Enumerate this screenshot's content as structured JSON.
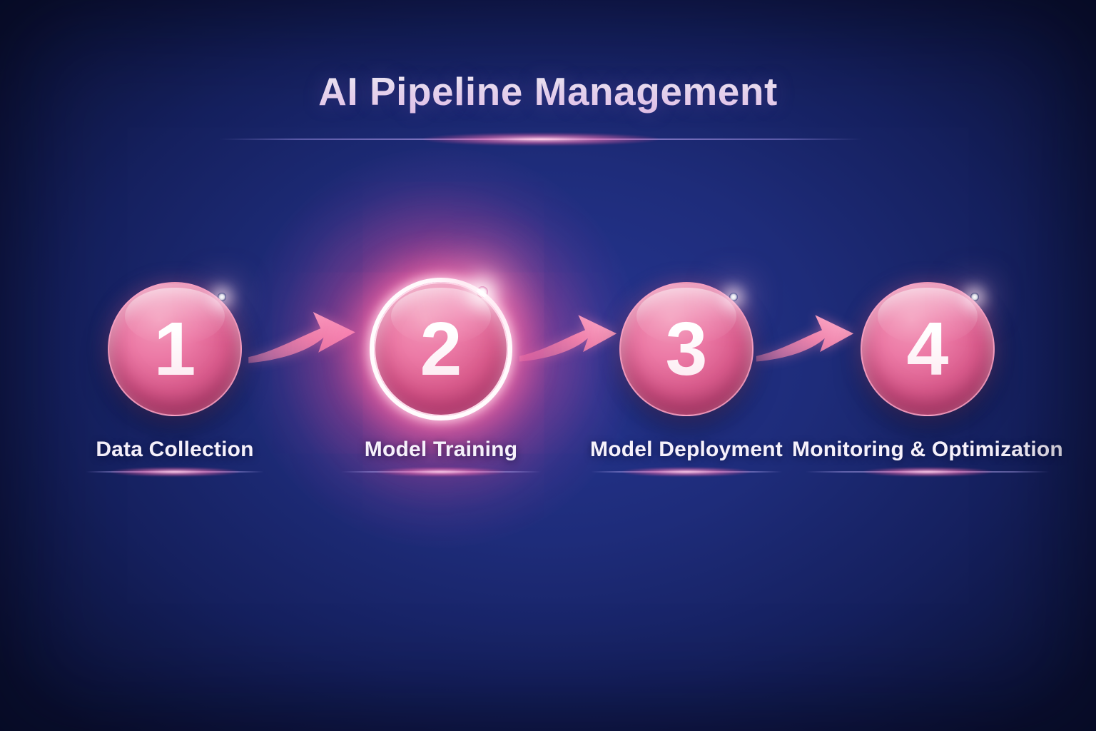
{
  "title": "AI Pipeline Management",
  "steps": [
    {
      "number": "1",
      "label": "Data Collection",
      "active": false
    },
    {
      "number": "2",
      "label": "Model Training",
      "active": true
    },
    {
      "number": "3",
      "label": "Model Deployment",
      "active": false
    },
    {
      "number": "4",
      "label": "Monitoring & Optimization",
      "active": false
    }
  ],
  "icons": {
    "connector": "curved-right-arrow-icon",
    "highlight": "sparkle-icon"
  },
  "colors": {
    "background_center": "#263693",
    "background_edge": "#0b1134",
    "circle_light": "#f398b9",
    "circle_dark": "#aa3f6b",
    "active_glow": "#f44b96",
    "title_text": "#f3e4f6",
    "label_text": "#f6f1fb"
  }
}
